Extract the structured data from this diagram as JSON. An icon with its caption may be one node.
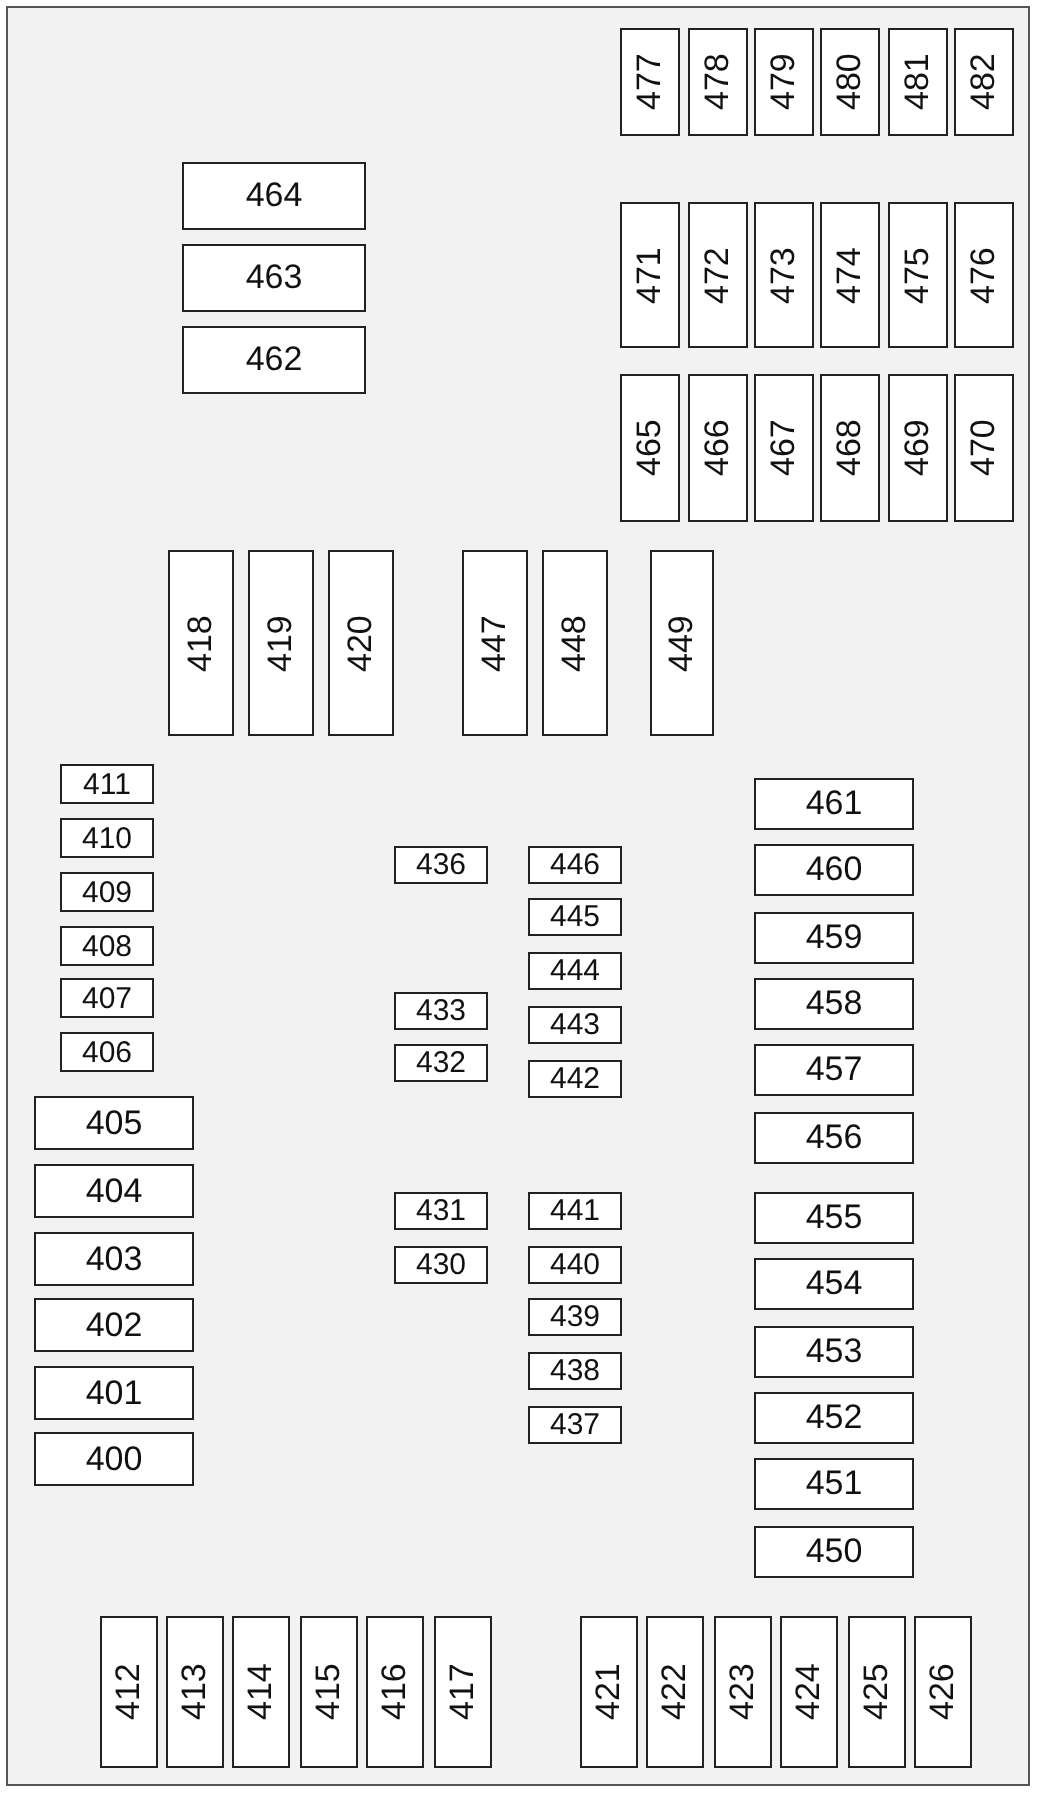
{
  "diagram": {
    "nodes": [
      {
        "text": [
          "477"
        ]
      },
      {
        "text": [
          "478"
        ]
      },
      {
        "text": [
          "479"
        ]
      },
      {
        "text": [
          "480"
        ]
      },
      {
        "text": [
          "481"
        ]
      },
      {
        "text": [
          "482"
        ]
      },
      {
        "text": [
          "464"
        ]
      },
      {
        "text": [
          "471"
        ]
      },
      {
        "text": [
          "472"
        ]
      },
      {
        "text": [
          "473"
        ]
      },
      {
        "text": [
          "474"
        ]
      },
      {
        "text": [
          "475"
        ]
      },
      {
        "text": [
          "476"
        ]
      },
      {
        "text": [
          "463"
        ]
      },
      {
        "text": [
          "462"
        ]
      },
      {
        "text": [
          "465"
        ]
      },
      {
        "text": [
          "466"
        ]
      },
      {
        "text": [
          "467"
        ]
      },
      {
        "text": [
          "468"
        ]
      },
      {
        "text": [
          "469"
        ]
      },
      {
        "text": [
          "470"
        ]
      },
      {
        "text": [
          "418"
        ]
      },
      {
        "text": [
          "419"
        ]
      },
      {
        "text": [
          "420"
        ]
      },
      {
        "text": [
          "447"
        ]
      },
      {
        "text": [
          "448"
        ]
      },
      {
        "text": [
          "449"
        ]
      },
      {
        "text": [
          "411"
        ]
      },
      {
        "text": [
          "410"
        ]
      },
      {
        "text": [
          "409"
        ]
      },
      {
        "text": [
          "408"
        ]
      },
      {
        "text": [
          "407"
        ]
      },
      {
        "text": [
          "406"
        ]
      },
      {
        "text": [
          "405"
        ]
      },
      {
        "text": [
          "404"
        ]
      },
      {
        "text": [
          "403"
        ]
      },
      {
        "text": [
          "402"
        ]
      },
      {
        "text": [
          "401"
        ]
      },
      {
        "text": [
          "400"
        ]
      },
      {
        "text": [
          "436"
        ]
      },
      {
        "text": [
          "433"
        ]
      },
      {
        "text": [
          "432"
        ]
      },
      {
        "text": [
          "431"
        ]
      },
      {
        "text": [
          "430"
        ]
      },
      {
        "text": [
          "446"
        ]
      },
      {
        "text": [
          "445"
        ]
      },
      {
        "text": [
          "444"
        ]
      },
      {
        "text": [
          "443"
        ]
      },
      {
        "text": [
          "442"
        ]
      },
      {
        "text": [
          "441"
        ]
      },
      {
        "text": [
          "440"
        ]
      },
      {
        "text": [
          "439"
        ]
      },
      {
        "text": [
          "438"
        ]
      },
      {
        "text": [
          "437"
        ]
      },
      {
        "text": [
          "461"
        ]
      },
      {
        "text": [
          "460"
        ]
      },
      {
        "text": [
          "459"
        ]
      },
      {
        "text": [
          "458"
        ]
      },
      {
        "text": [
          "457"
        ]
      },
      {
        "text": [
          "456"
        ]
      },
      {
        "text": [
          "455"
        ]
      },
      {
        "text": [
          "454"
        ]
      },
      {
        "text": [
          "453"
        ]
      },
      {
        "text": [
          "452"
        ]
      },
      {
        "text": [
          "451"
        ]
      },
      {
        "text": [
          "450"
        ]
      },
      {
        "text": [
          "412"
        ]
      },
      {
        "text": [
          "413"
        ]
      },
      {
        "text": [
          "414"
        ]
      },
      {
        "text": [
          "415"
        ]
      },
      {
        "text": [
          "416"
        ]
      },
      {
        "text": [
          "417"
        ]
      },
      {
        "text": [
          "421"
        ]
      },
      {
        "text": [
          "422"
        ]
      },
      {
        "text": [
          "423"
        ]
      },
      {
        "text": [
          "424"
        ]
      },
      {
        "text": [
          "425"
        ]
      },
      {
        "text": [
          "426"
        ]
      }
    ]
  }
}
